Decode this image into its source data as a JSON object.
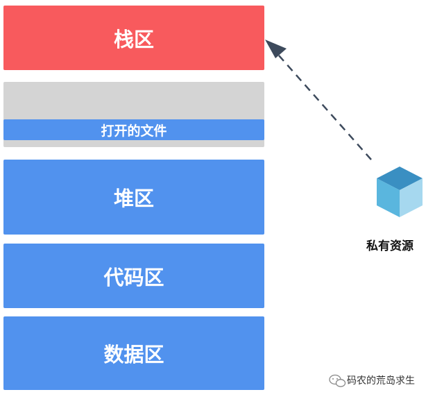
{
  "memory_layout": {
    "stack_label": "栈区",
    "open_files_label": "打开的文件",
    "heap_label": "堆区",
    "code_label": "代码区",
    "data_label": "数据区"
  },
  "resource": {
    "label": "私有资源",
    "icon": "cube-icon"
  },
  "watermark": {
    "text": "码农的荒岛求生",
    "icon": "wechat-icon"
  },
  "colors": {
    "stack": "#f85a5d",
    "blue_block": "#5192ee",
    "gray_block": "#d4d4d4",
    "arrow": "#3d4a5c"
  }
}
